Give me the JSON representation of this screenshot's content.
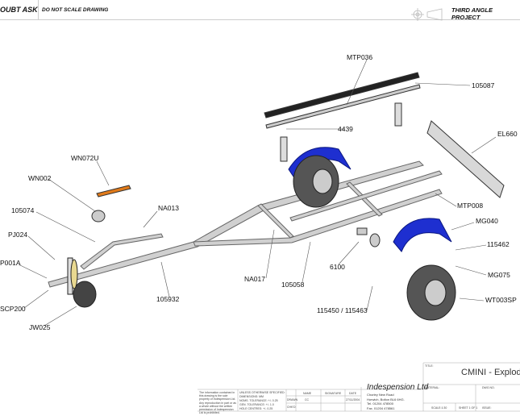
{
  "header": {
    "left_note": "OUBT ASK",
    "scale_note": "DO NOT SCALE DRAWING",
    "projection": "THIRD ANGLE PROJECT"
  },
  "parts": [
    "MTP036",
    "105087",
    "4439",
    "EL660",
    "WN072U",
    "WN002",
    "NA013",
    "105074",
    "MTP008",
    "MG040",
    "PJ024",
    "115462",
    "P001A",
    "6100",
    "NA017",
    "105058",
    "MG075",
    "SCP200",
    "105932",
    "WT003SP",
    "115450 / 115463",
    "JW025"
  ],
  "colors": {
    "fender": "#1e2fd0",
    "winch_strap": "#e07a1a",
    "frame": "#b8b8b8"
  },
  "title_block": {
    "disclaimer": "The information contained in this drawing is the sole property of Indespension Ltd. Any reproduction in part or as a whole without the written permission of Indespension Ltd is prohibited.",
    "tolerances": [
      "UNLESS OTHERWISE SPECIFIED:",
      "DIMENSIONS: MM",
      "NOMS. TOLERANCE: +/- 0.25",
      "GEN. TOLERANCE: +/- 1.0",
      "HOLE CENTRES: +/- 0.25"
    ],
    "name_hdr": "NAME",
    "signature_hdr": "SIGNATURE",
    "date_hdr": "DATE",
    "drawn_label": "DRAWN",
    "drawn_name": "CC",
    "drawn_date": "27/11/2004",
    "checked_label": "CHK'D",
    "company": "Indespension Ltd",
    "address": [
      "Chorley New Road",
      "Horwich, Bolton BL6 6HG.",
      "Tel. 01204 478500",
      "Fax. 01204 478561"
    ],
    "title_label": "TITLE:",
    "title": "CMINI - Exploded",
    "material_label": "MATERIAL:",
    "dwg_no_label": "DWG NO.",
    "scale": "SCALE:1:30",
    "sheet": "SHEET 1 OF 1",
    "issue_label": "ISSUE:"
  }
}
